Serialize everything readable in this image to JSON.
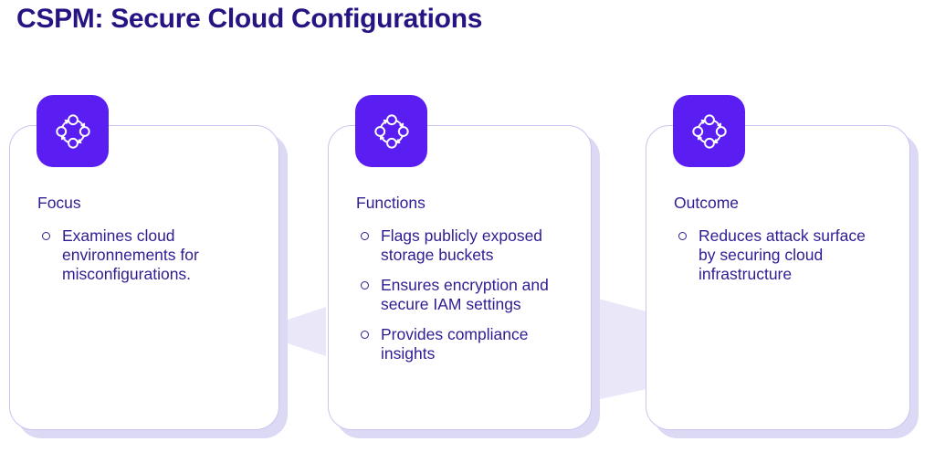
{
  "title": "CSPM: Secure Cloud Configurations",
  "colors": {
    "title_color": "#261483",
    "text_color": "#2e1d92",
    "icon_bg": "#5a1ef2",
    "card_border": "#c9c5f0",
    "card_shadow": "#dcd9f5",
    "wedge_color": "#eae8f8",
    "card_bg": "#ffffff"
  },
  "cards": [
    {
      "heading": "Focus",
      "icon": "process-cycle-icon",
      "bullets": [
        "Examines cloud environnements for misconfigurations."
      ]
    },
    {
      "heading": "Functions",
      "icon": "process-cycle-icon",
      "bullets": [
        "Flags publicly exposed storage buckets",
        "Ensures encryption and secure IAM settings",
        "Provides compliance insights"
      ]
    },
    {
      "heading": "Outcome",
      "icon": "process-cycle-icon",
      "bullets": [
        "Reduces attack surface by securing cloud infrastructure"
      ]
    }
  ]
}
